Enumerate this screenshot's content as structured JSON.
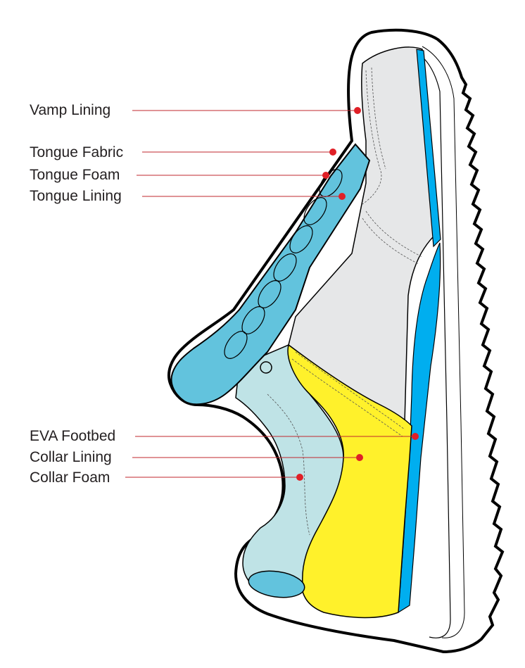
{
  "diagram": {
    "labels": [
      "Vamp Lining",
      "Tongue Fabric",
      "Tongue Foam",
      "Tongue Lining",
      "EVA Footbed",
      "Collar Lining",
      "Collar Foam"
    ]
  },
  "colors": {
    "outline": "#000000",
    "leader_line": "#c1272d",
    "marker": "#e02027",
    "tongue_blue": "#62c3dd",
    "accent_blue": "#00aeef",
    "collar_light": "#bfe3e6",
    "footbed_yellow": "#fff12b",
    "vamp_gray": "#e6e7e8",
    "sole_white": "#ffffff"
  }
}
